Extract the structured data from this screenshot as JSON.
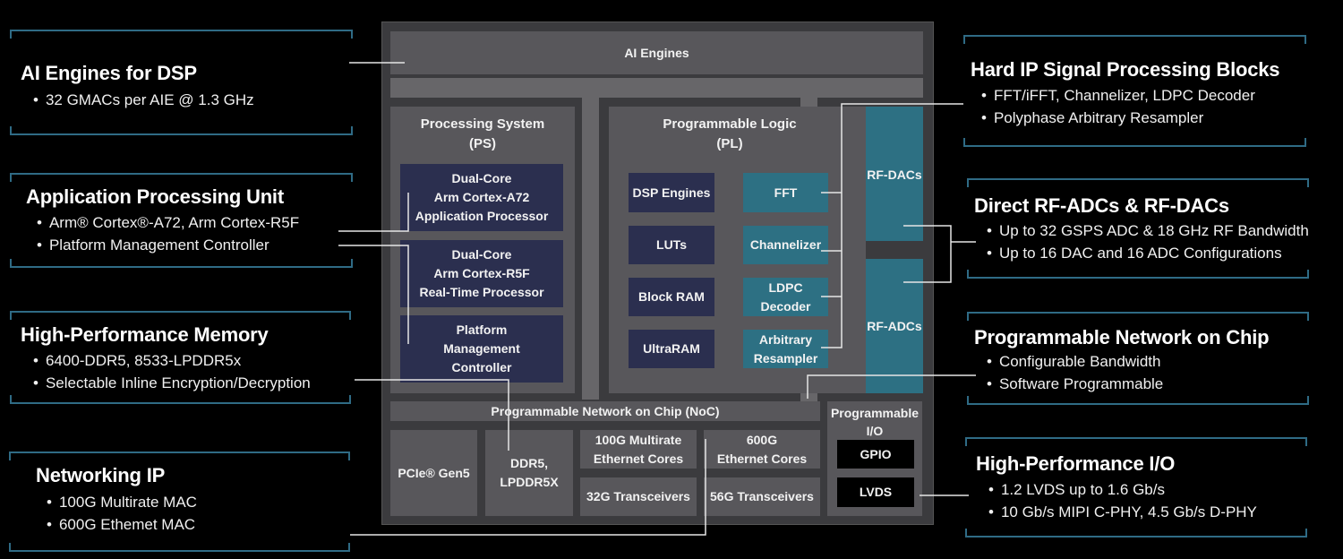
{
  "callouts_left": [
    {
      "title": "AI Engines for DSP",
      "bullets": [
        "32 GMACs per AIE @ 1.3 GHz"
      ]
    },
    {
      "title": "Application Processing Unit",
      "bullets": [
        "Arm® Cortex®-A72, Arm Cortex-R5F",
        "Platform Management Controller"
      ]
    },
    {
      "title": "High-Performance Memory",
      "bullets": [
        "6400-DDR5, 8533-LPDDR5x",
        "Selectable Inline Encryption/Decryption"
      ]
    },
    {
      "title": "Networking IP",
      "bullets": [
        "100G Multirate MAC",
        "600G Ethemet MAC"
      ]
    }
  ],
  "callouts_right": [
    {
      "title": "Hard IP Signal Processing Blocks",
      "bullets": [
        "FFT/iFFT, Channelizer, LDPC Decoder",
        "Polyphase Arbitrary Resampler"
      ]
    },
    {
      "title": "Direct RF-ADCs & RF-DACs",
      "bullets": [
        "Up to 32 GSPS ADC & 18 GHz RF Bandwidth",
        "Up to 16 DAC and 16 ADC Configurations"
      ]
    },
    {
      "title": "Programmable Network on Chip",
      "bullets": [
        "Configurable Bandwidth",
        "Software Programmable"
      ]
    },
    {
      "title": "High-Performance I/O",
      "bullets": [
        "1.2 LVDS up to 1.6 Gb/s",
        "10 Gb/s MIPI C-PHY, 4.5 Gb/s D-PHY"
      ]
    }
  ],
  "chip": {
    "ai_engines": "AI Engines",
    "ps": {
      "title_line1": "Processing System",
      "title_line2": "(PS)",
      "blocks": [
        [
          "Dual-Core",
          "Arm Cortex-A72",
          "Application Processor"
        ],
        [
          "Dual-Core",
          "Arm Cortex-R5F",
          "Real-Time Processor"
        ],
        [
          "Platform",
          "Management",
          "Controller"
        ]
      ]
    },
    "pl": {
      "title_line1": "Programmable Logic",
      "title_line2": "(PL)",
      "fabric": [
        "DSP Engines",
        "LUTs",
        "Block RAM",
        "UltraRAM"
      ],
      "hard_ip": [
        [
          "FFT"
        ],
        [
          "Channelizer"
        ],
        [
          "LDPC",
          "Decoder"
        ],
        [
          "Arbitrary",
          "Resampler"
        ]
      ]
    },
    "rf": {
      "dacs": "RF-DACs",
      "adcs": "RF-ADCs"
    },
    "noc": "Programmable Network on Chip (NoC)",
    "pio": {
      "title_line1": "Programmable",
      "title_line2": "I/O",
      "gpio": "GPIO",
      "lvds": "LVDS"
    },
    "bottom": {
      "pcie": "PCIe® Gen5",
      "ddr_line1": "DDR5,",
      "ddr_line2": "LPDDR5X",
      "eth100_line1": "100G Multirate",
      "eth100_line2": "Ethernet Cores",
      "eth600_line1": "600G",
      "eth600_line2": "Ethernet Cores",
      "xcvr32": "32G Transceivers",
      "xcvr56": "56G Transceivers"
    }
  },
  "colors": {
    "accent_teal": "#2d7083",
    "navy_block": "#2b2f4f",
    "callout_border": "#2f6b85"
  }
}
